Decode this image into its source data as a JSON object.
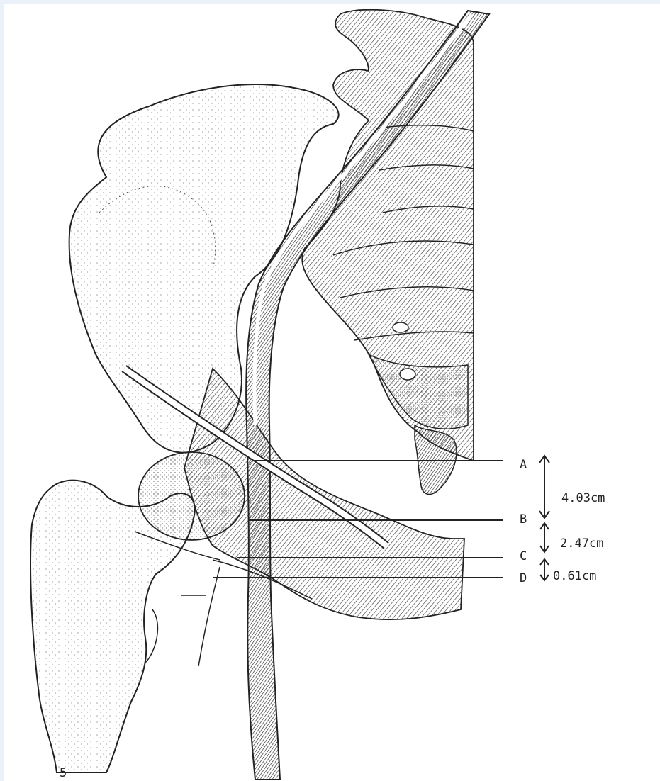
{
  "figure": {
    "levels": [
      {
        "id": "A",
        "label": "A"
      },
      {
        "id": "B",
        "label": "B"
      },
      {
        "id": "C",
        "label": "C"
      },
      {
        "id": "D",
        "label": "D"
      }
    ],
    "measurements": [
      {
        "from": "A",
        "to": "B",
        "text": "4.03cm"
      },
      {
        "from": "B",
        "to": "C",
        "text": "2.47cm"
      },
      {
        "from": "C",
        "to": "D",
        "text": "0.61cm"
      }
    ],
    "corner_mark": "5",
    "colors": {
      "ink": "#222222",
      "frame": "#eaf1f8",
      "background": "#ffffff"
    }
  }
}
